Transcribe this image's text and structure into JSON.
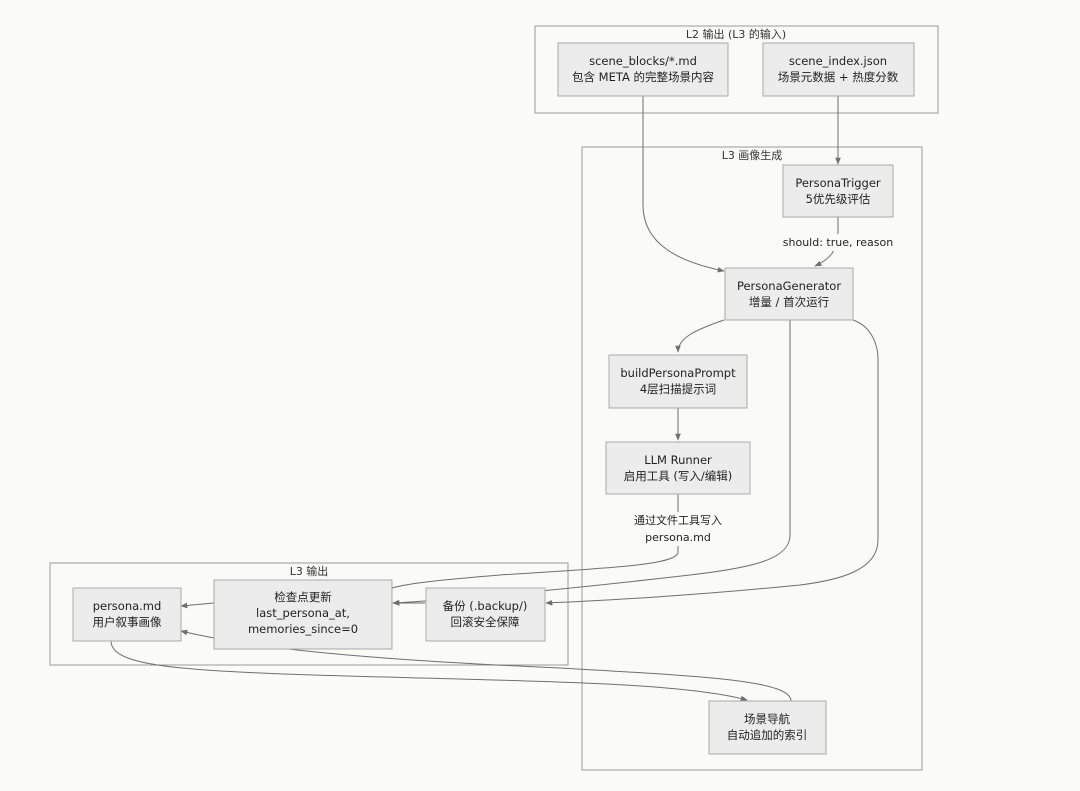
{
  "clusters": {
    "l2_output": {
      "title": "L2 输出 (L3 的输入)"
    },
    "l3_persona": {
      "title": "L3 画像生成"
    },
    "l3_output": {
      "title": "L3 输出"
    }
  },
  "nodes": {
    "scene_blocks": {
      "line1": "scene_blocks/*.md",
      "line2": "包含 META 的完整场景内容"
    },
    "scene_index": {
      "line1": "scene_index.json",
      "line2": "场景元数据 + 热度分数"
    },
    "persona_trigger": {
      "line1": "PersonaTrigger",
      "line2": "5优先级评估"
    },
    "persona_generator": {
      "line1": "PersonaGenerator",
      "line2": "增量 / 首次运行"
    },
    "build_prompt": {
      "line1": "buildPersonaPrompt",
      "line2": "4层扫描提示词"
    },
    "llm_runner": {
      "line1": "LLM Runner",
      "line2": "启用工具 (写入/编辑)"
    },
    "persona_md": {
      "line1": "persona.md",
      "line2": "用户叙事画像"
    },
    "checkpoint": {
      "line1": "检查点更新",
      "line2": "last_persona_at,",
      "line3": "memories_since=0"
    },
    "backup": {
      "line1": "备份 (.backup/)",
      "line2": "回滚安全保障"
    },
    "scene_nav": {
      "line1": "场景导航",
      "line2": "自动追加的索引"
    }
  },
  "edge_labels": {
    "trigger_to_generator": "should: true, reason",
    "llm_to_checkpoint_line1": "通过文件工具写入",
    "llm_to_checkpoint_line2": "persona.md"
  }
}
